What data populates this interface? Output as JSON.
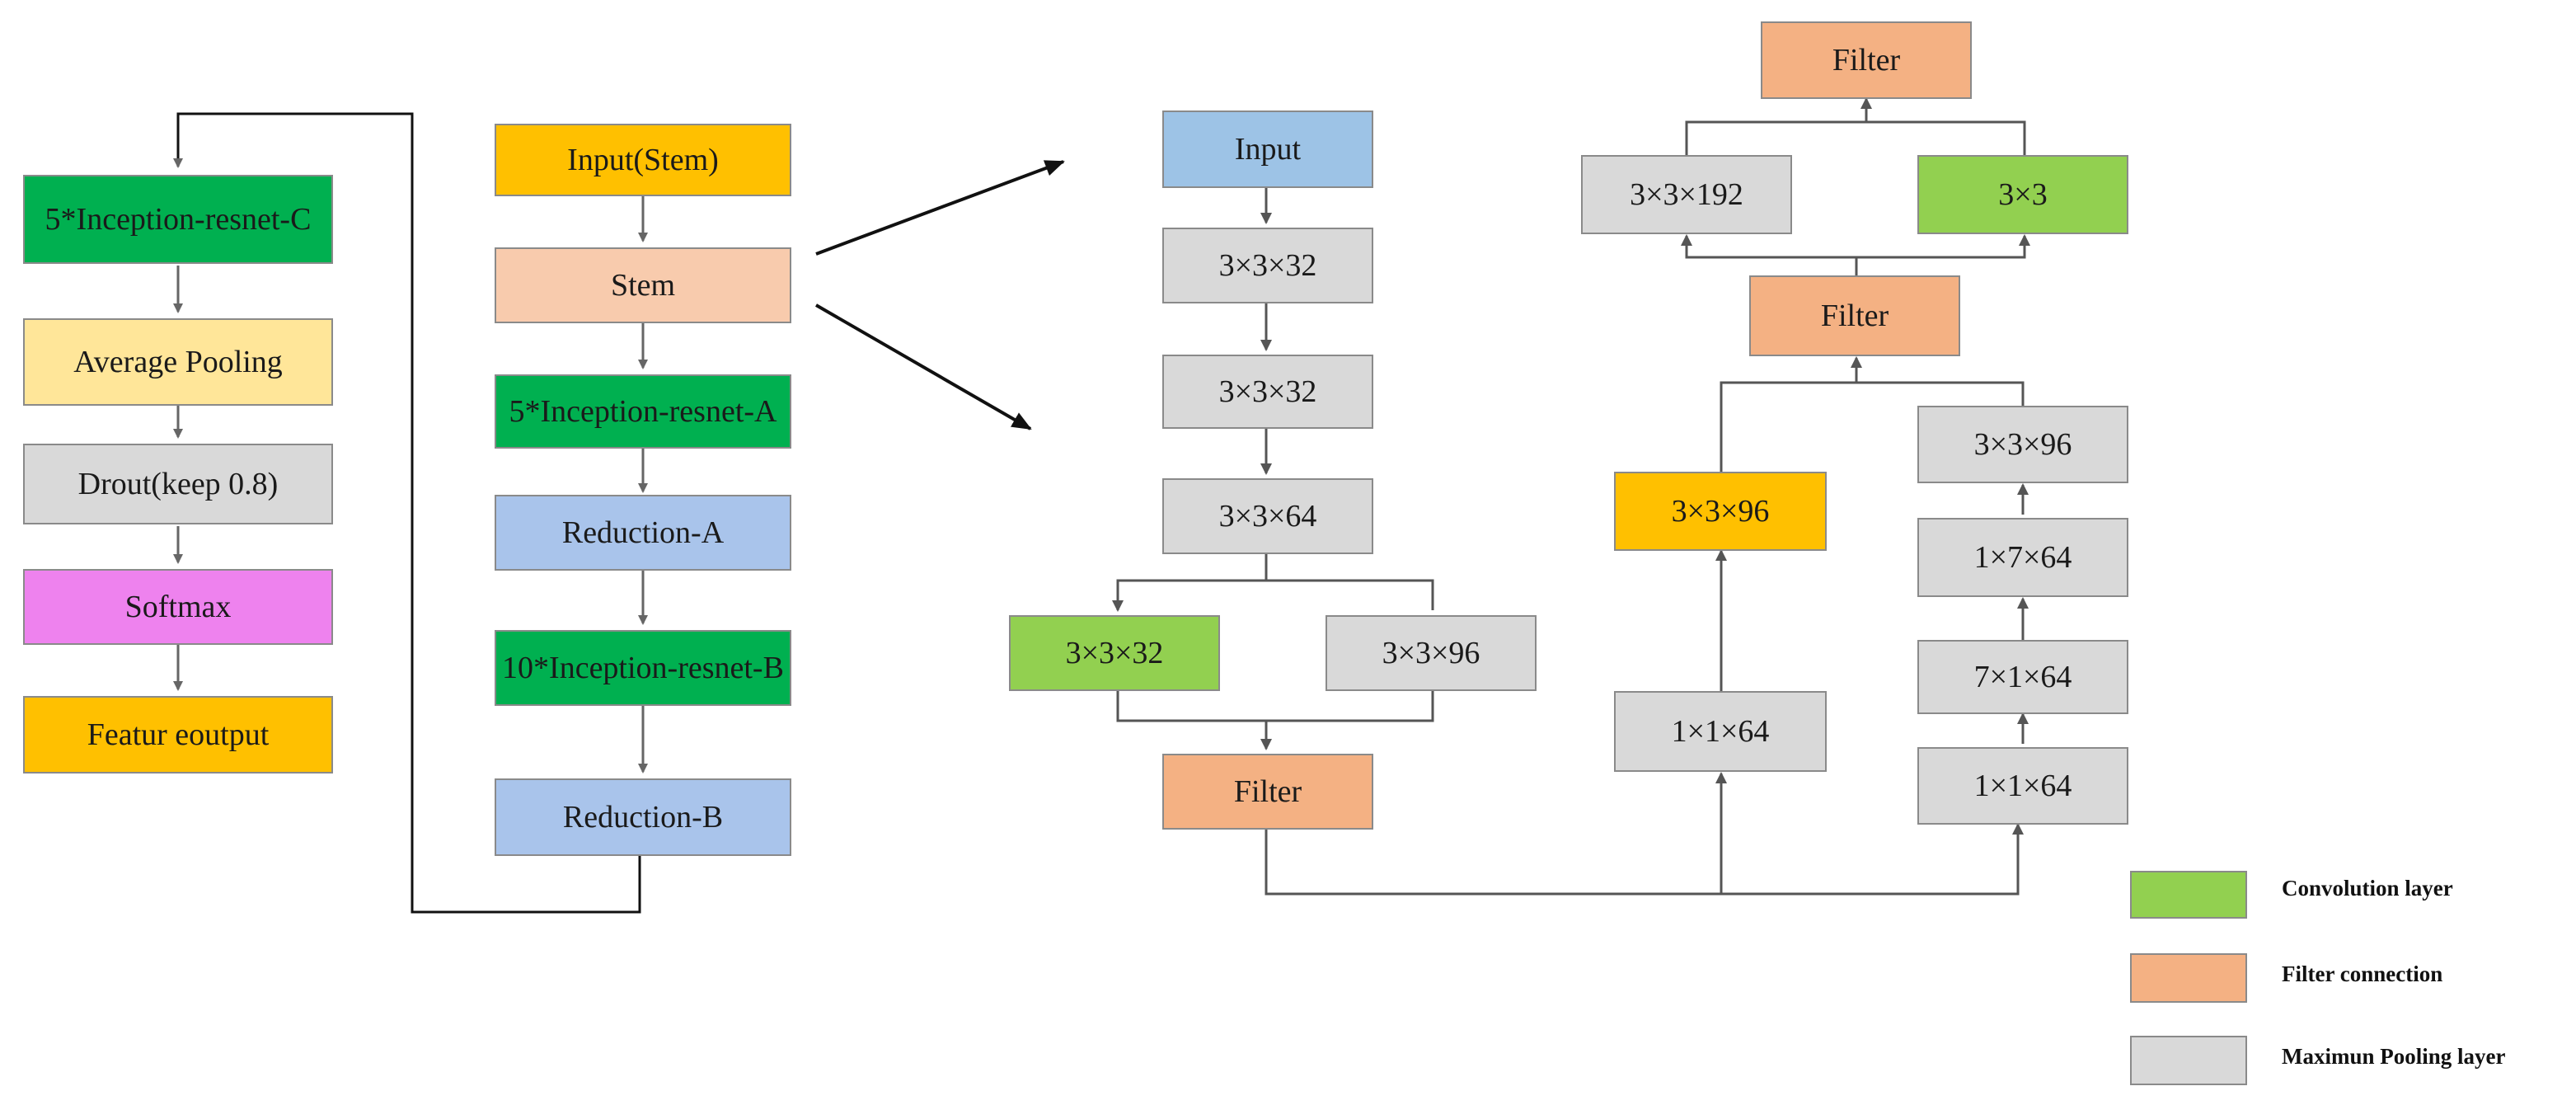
{
  "colors": {
    "input_yellow": "#FFC000",
    "stem_peach": "#F8CBAD",
    "inception_green": "#00B050",
    "reduction_blue": "#A9C4EB",
    "avgpool_yellow": "#FFE699",
    "dropout_grey": "#D9D9D9",
    "softmax_magenta": "#EE82EE",
    "detail_input_blue": "#9DC3E6",
    "conv_green": "#92D050",
    "filter_orange": "#F4B183",
    "pool_grey": "#D9D9D9",
    "wire": "#111111",
    "flow_arrow": "#666666"
  },
  "pipeline": {
    "input_stem": "Input(Stem)",
    "stem": "Stem",
    "inception_a": "5*Inception-resnet-A",
    "reduction_a": "Reduction-A",
    "inception_b": "10*Inception-resnet-B",
    "reduction_b": "Reduction-B"
  },
  "head": {
    "inception_c": "5*Inception-resnet-C",
    "avg_pooling": "Average Pooling",
    "dropout": "Drout(keep 0.8)",
    "softmax": "Softmax",
    "feature_output": "Featur eoutput"
  },
  "stem_detail": {
    "input": "Input",
    "conv1": "3×3×32",
    "conv2": "3×3×32",
    "conv3": "3×3×64",
    "branch_conv": "3×3×32",
    "branch_pool": "3×3×96",
    "filter": "Filter"
  },
  "block_detail": {
    "left_1x1": "1×1×64",
    "left_3x3": "3×3×96",
    "right_1x1": "1×1×64",
    "right_7x1": "7×1×64",
    "right_1x7": "1×7×64",
    "right_3x3": "3×3×96",
    "filter_mid": "Filter",
    "pool": "3×3×192",
    "conv": "3×3",
    "filter_top": "Filter"
  },
  "legend": [
    {
      "label": "Convolution layer",
      "color": "#92D050"
    },
    {
      "label": "Filter connection",
      "color": "#F4B183"
    },
    {
      "label": "Maximun Pooling layer",
      "color": "#D9D9D9"
    }
  ]
}
